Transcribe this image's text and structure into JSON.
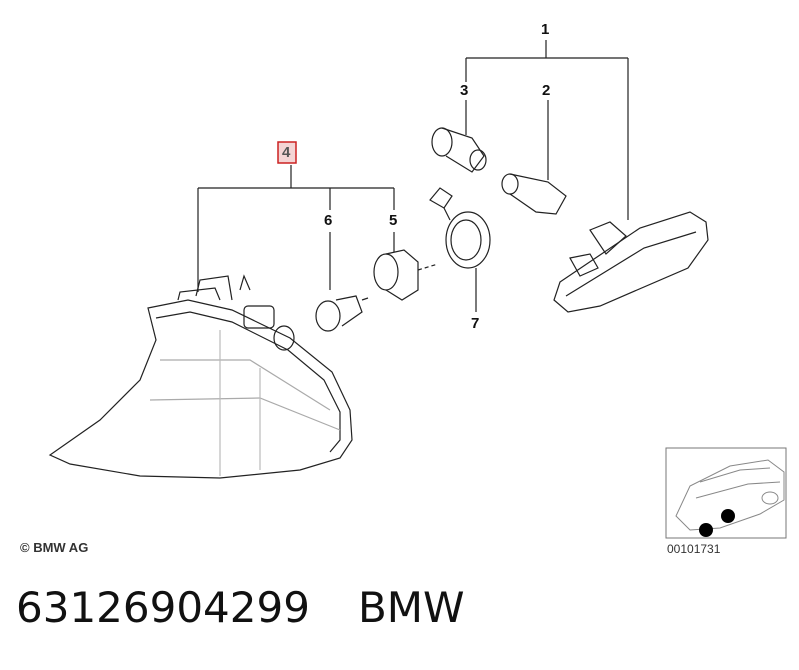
{
  "callouts": {
    "c1": "1",
    "c2": "2",
    "c3": "3",
    "c4": "4",
    "c5": "5",
    "c6": "6",
    "c7": "7"
  },
  "copyright": "© BMW AG",
  "diagram_ref": "00101731",
  "part_number": "63126904299",
  "brand": "BMW",
  "highlight_color": "#cc2222"
}
